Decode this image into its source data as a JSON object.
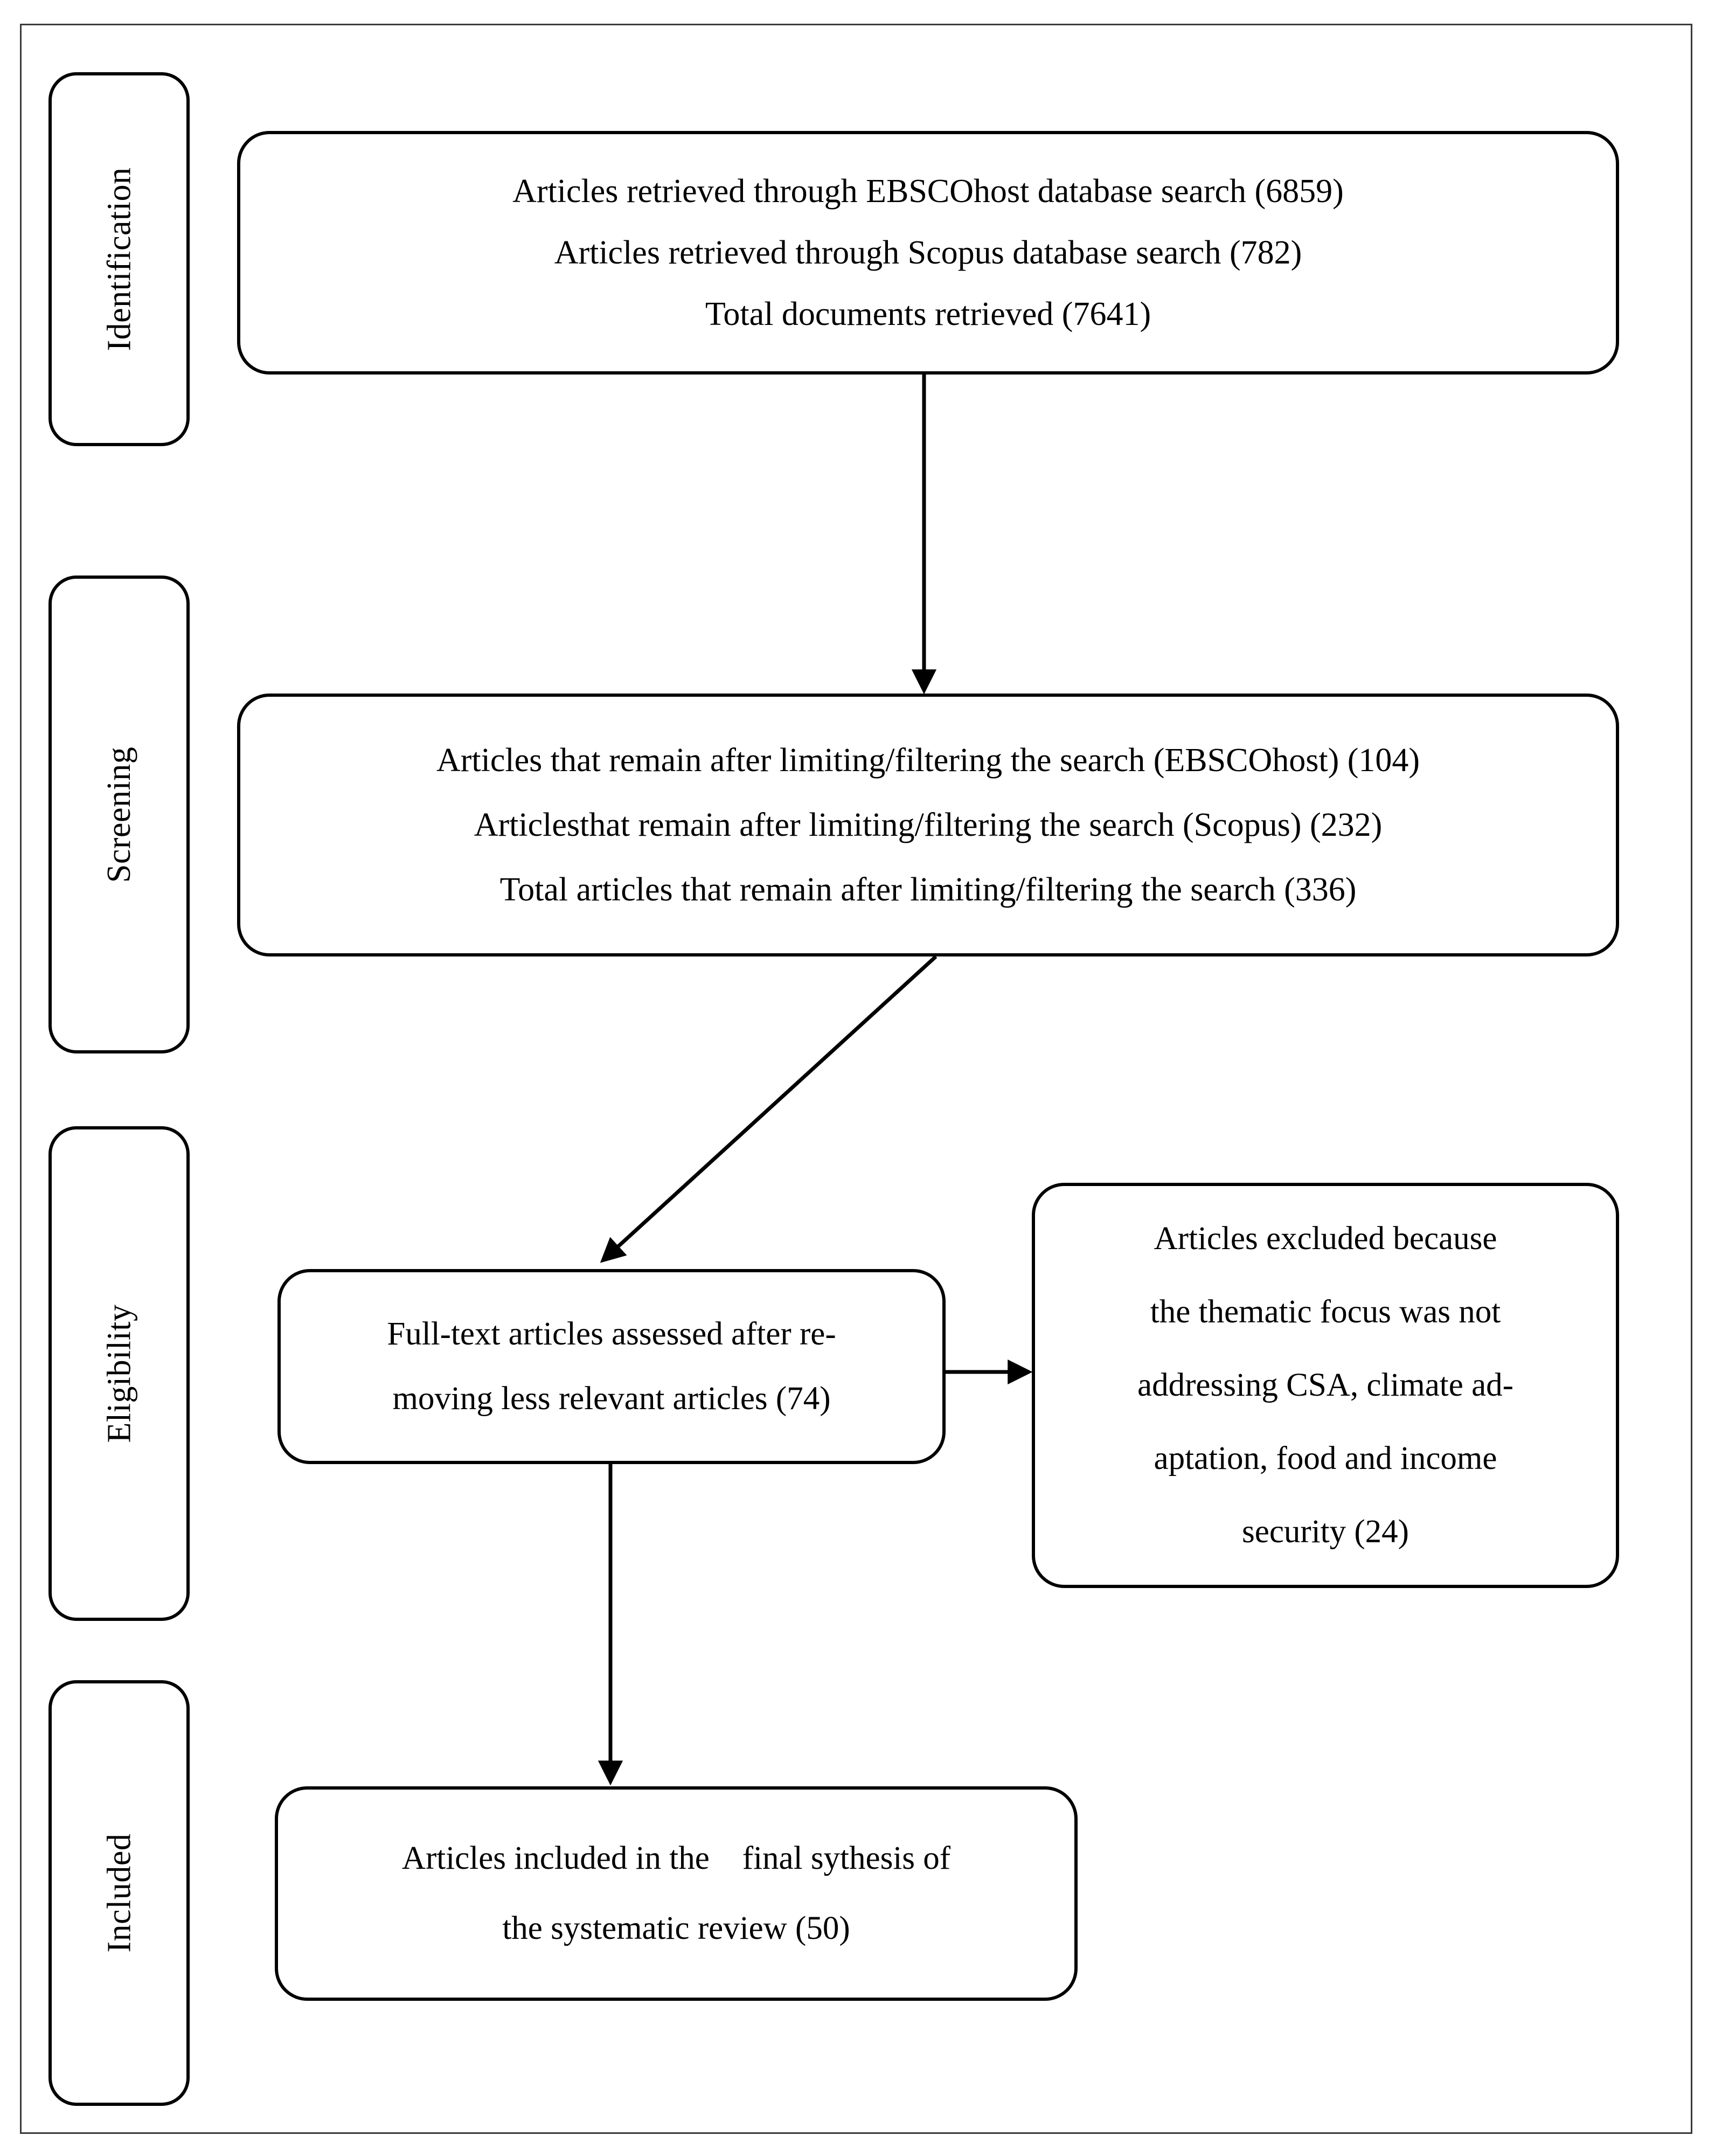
{
  "diagram": {
    "type": "prisma-flow-diagram",
    "title": "",
    "stages": [
      {
        "id": "identification",
        "label": "Identification"
      },
      {
        "id": "screening",
        "label": "Screening"
      },
      {
        "id": "eligibility",
        "label": "Eligibility"
      },
      {
        "id": "included",
        "label": "Included"
      }
    ],
    "nodes": {
      "identification": {
        "lines": [
          "Articles retrieved through EBSCOhost database search (6859)",
          "Articles retrieved through Scopus database search (782)",
          "Total documents retrieved (7641)"
        ],
        "counts": {
          "ebscohost": 6859,
          "scopus": 782,
          "total": 7641
        }
      },
      "screening": {
        "lines": [
          "Articles that remain after limiting/filtering the search (EBSCOhost) (104)",
          "Articlesthat remain after limiting/filtering the search (Scopus) (232)",
          "Total articles that remain after limiting/filtering the search (336)"
        ],
        "counts": {
          "ebscohost": 104,
          "scopus": 232,
          "total": 336
        }
      },
      "fulltext": {
        "lines": [
          "Full-text articles assessed after re-",
          "moving less relevant articles (74)"
        ],
        "counts": {
          "assessed": 74
        }
      },
      "excluded": {
        "lines": [
          "Articles excluded because",
          "the thematic focus was not",
          "addressing CSA, climate ad-",
          "aptation, food and income",
          "security (24)"
        ],
        "counts": {
          "excluded": 24
        }
      },
      "included": {
        "lines": [
          "Articles included in the    final sythesis of",
          "the systematic review (50)"
        ],
        "counts": {
          "included": 50
        }
      }
    },
    "connectors": [
      {
        "id": "identification-to-screening",
        "from": "identification",
        "to": "screening",
        "direction": "down"
      },
      {
        "id": "screening-to-fulltext",
        "from": "screening",
        "to": "fulltext",
        "direction": "down-left-diagonal"
      },
      {
        "id": "fulltext-to-excluded",
        "from": "fulltext",
        "to": "excluded",
        "direction": "right"
      },
      {
        "id": "fulltext-to-included",
        "from": "fulltext",
        "to": "included",
        "direction": "down"
      }
    ],
    "colors": {
      "stroke": "#000000",
      "frame": "#3b3b3b",
      "background": "#ffffff",
      "text": "#000000"
    }
  }
}
